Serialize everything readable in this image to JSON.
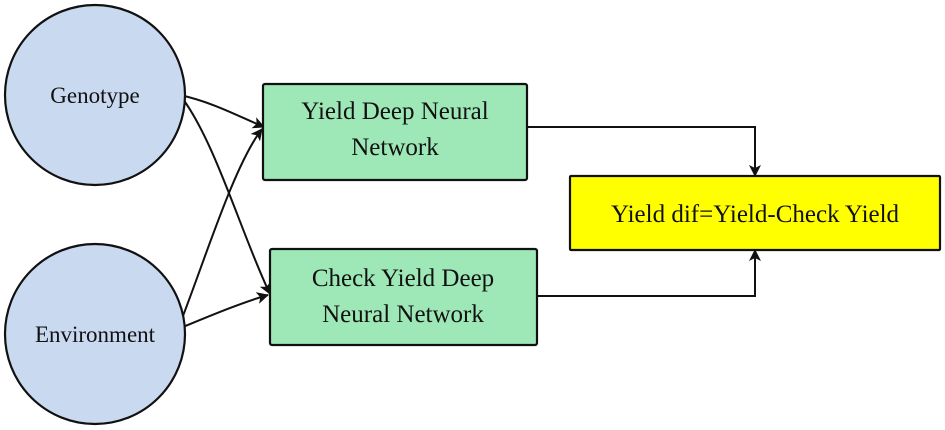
{
  "nodes": {
    "genotype": {
      "label": "Genotype"
    },
    "environment": {
      "label": "Environment"
    },
    "yield_dnn": {
      "line1": "Yield Deep Neural",
      "line2": "Network"
    },
    "check_dnn": {
      "line1": "Check Yield Deep",
      "line2": "Neural Network"
    },
    "yield_dif": {
      "label": "Yield dif=Yield-Check Yield"
    }
  },
  "colors": {
    "input_fill": "#c9d9f0",
    "network_fill": "#9ee8b7",
    "output_fill": "#ffff00",
    "stroke": "#111111"
  },
  "icons": {
    "arrowhead": "arrowhead-icon"
  }
}
